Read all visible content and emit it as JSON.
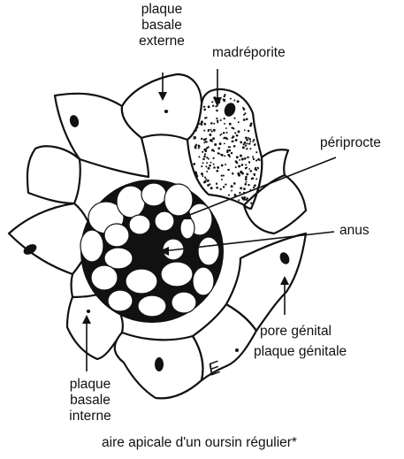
{
  "labels": {
    "plaque_basale_externe": [
      "plaque",
      "basale",
      "externe"
    ],
    "madreporite": "madréporite",
    "periprocte": "périprocte",
    "anus": "anus",
    "pore_genital": "pore génital",
    "plaque_genitale": "plaque génitale",
    "plaque_basale_interne": [
      "plaque",
      "basale",
      "interne"
    ],
    "caption": "aire apicale d'un oursin régulier*",
    "signature": "E"
  },
  "colors": {
    "ink": "#111111",
    "background": "#ffffff"
  }
}
